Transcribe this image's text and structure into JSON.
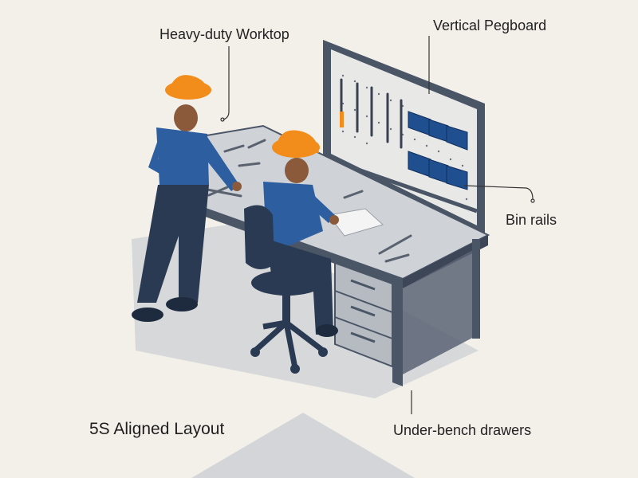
{
  "labels": {
    "worktop": "Heavy-duty Worktop",
    "pegboard": "Vertical Pegboard",
    "bin_rails": "Bin rails",
    "drawers": "Under-bench drawers",
    "title": "5S Aligned Layout"
  },
  "colors": {
    "background": "#f3f0ea",
    "frame": "#4a5566",
    "worktop": "#c9cdd2",
    "pegboard": "#e8e8e6",
    "bins": "#1f4f8f",
    "shirt": "#2d5fa0",
    "pants": "#2a3a52",
    "hardhat": "#f28c1a",
    "shadow": "#c9ccd0"
  }
}
